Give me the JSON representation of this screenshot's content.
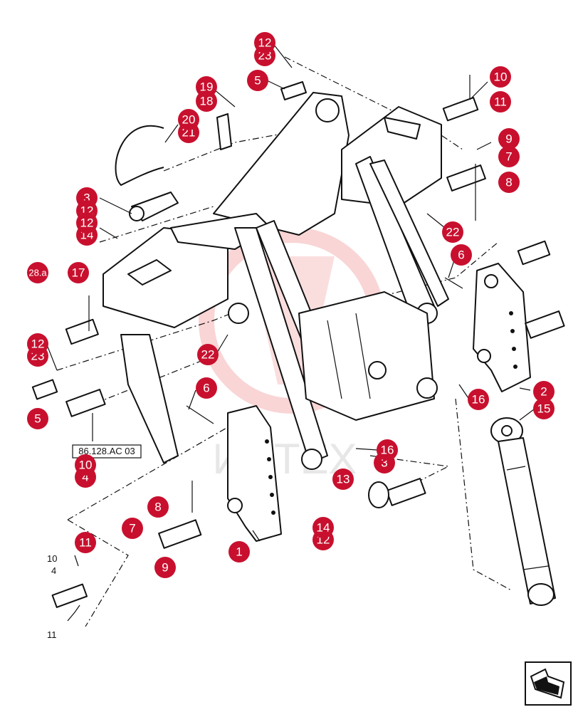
{
  "reference_label": "86.128.AC 03",
  "watermark_text": "ИНТЕХ",
  "colors": {
    "callout": "#c8102e",
    "line": "#111111",
    "watermark": "#f2b8b8"
  },
  "callouts": [
    "12",
    "23",
    "5",
    "19",
    "18",
    "20",
    "21",
    "10",
    "11",
    "9",
    "7",
    "8",
    "3",
    "12",
    "12",
    "14",
    "22",
    "6",
    "28.a",
    "17",
    "12",
    "23",
    "5",
    "22",
    "6",
    "10",
    "4",
    "1",
    "8",
    "7",
    "11",
    "9",
    "16",
    "3",
    "13",
    "14",
    "12",
    "2",
    "15",
    "16"
  ],
  "plain_labels": [
    "10",
    "4",
    "11"
  ],
  "nav_icon": "next-page-arrow-icon"
}
